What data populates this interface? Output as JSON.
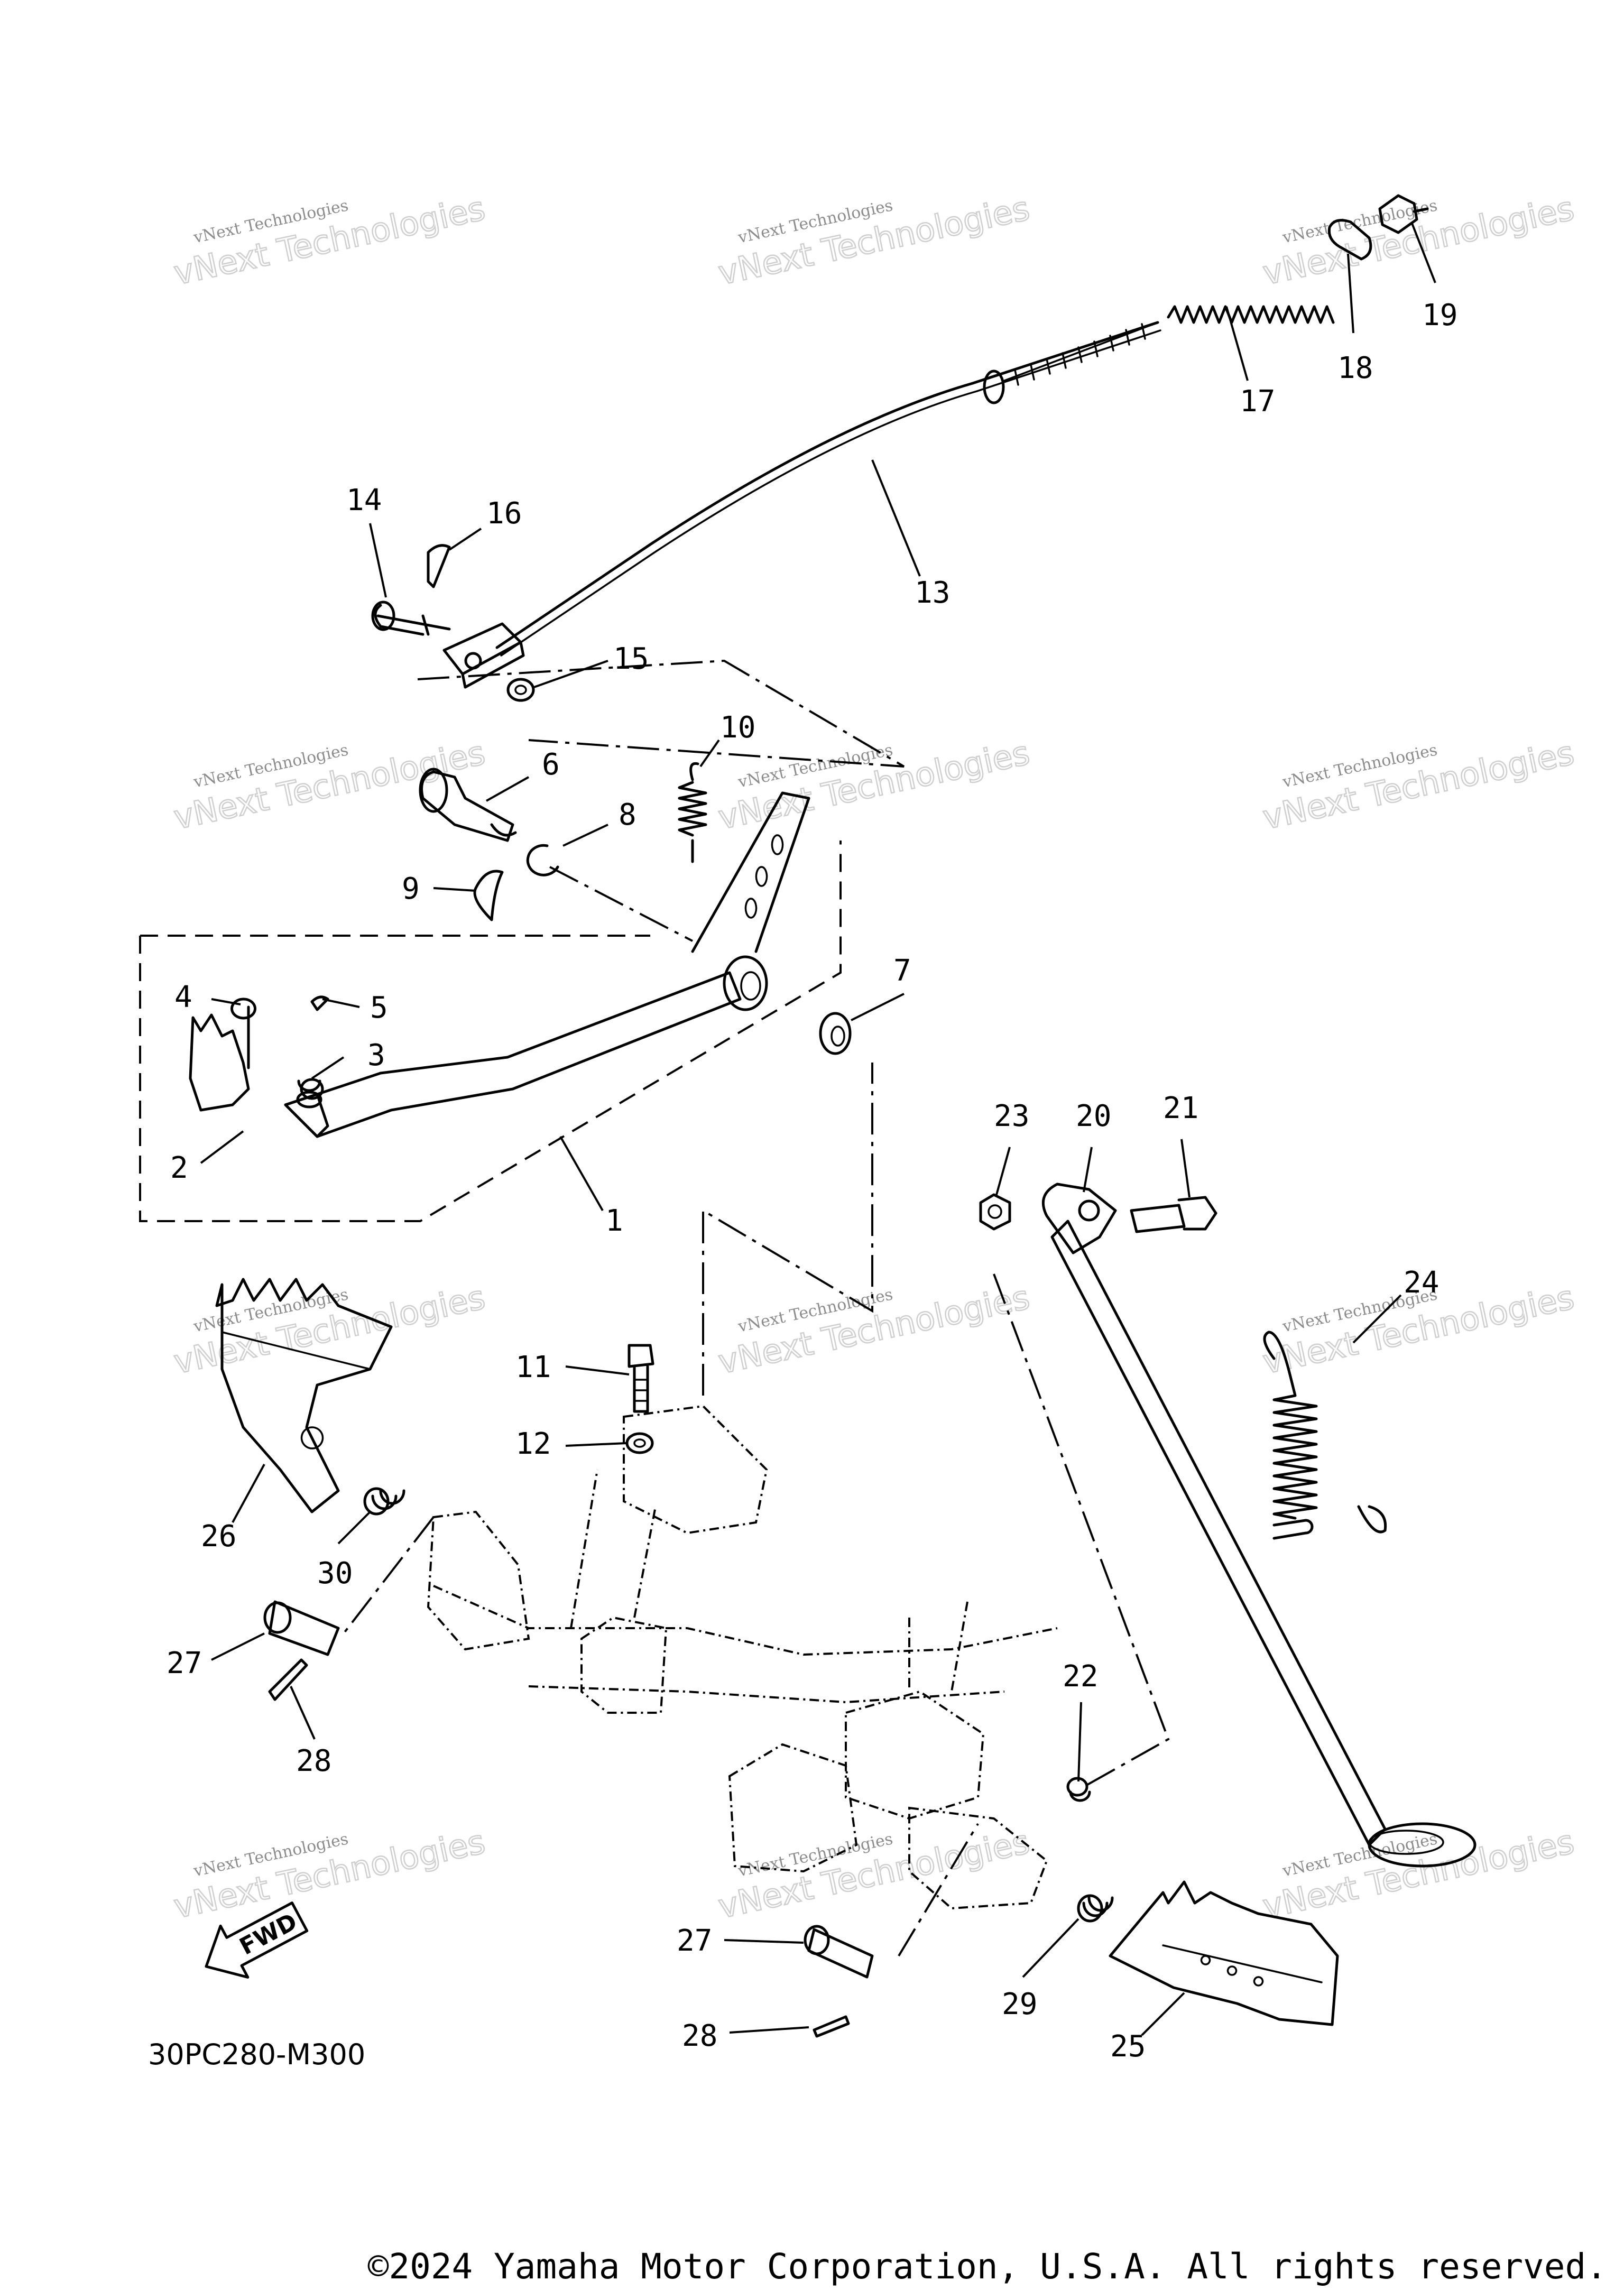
{
  "diagram_code": "30PC280-M300",
  "copyright": "©2024 Yamaha Motor Corporation, U.S.A. All rights reserved.",
  "fwd_label": "FWD",
  "watermark": {
    "line1": "vNext Technologies",
    "line2": "vNext Technologies"
  },
  "callouts": [
    "1",
    "2",
    "3",
    "4",
    "5",
    "6",
    "7",
    "8",
    "9",
    "10",
    "11",
    "12",
    "13",
    "14",
    "15",
    "16",
    "17",
    "18",
    "19",
    "20",
    "21",
    "22",
    "23",
    "24",
    "25",
    "26",
    "27",
    "28",
    "29",
    "30",
    "27",
    "28"
  ]
}
